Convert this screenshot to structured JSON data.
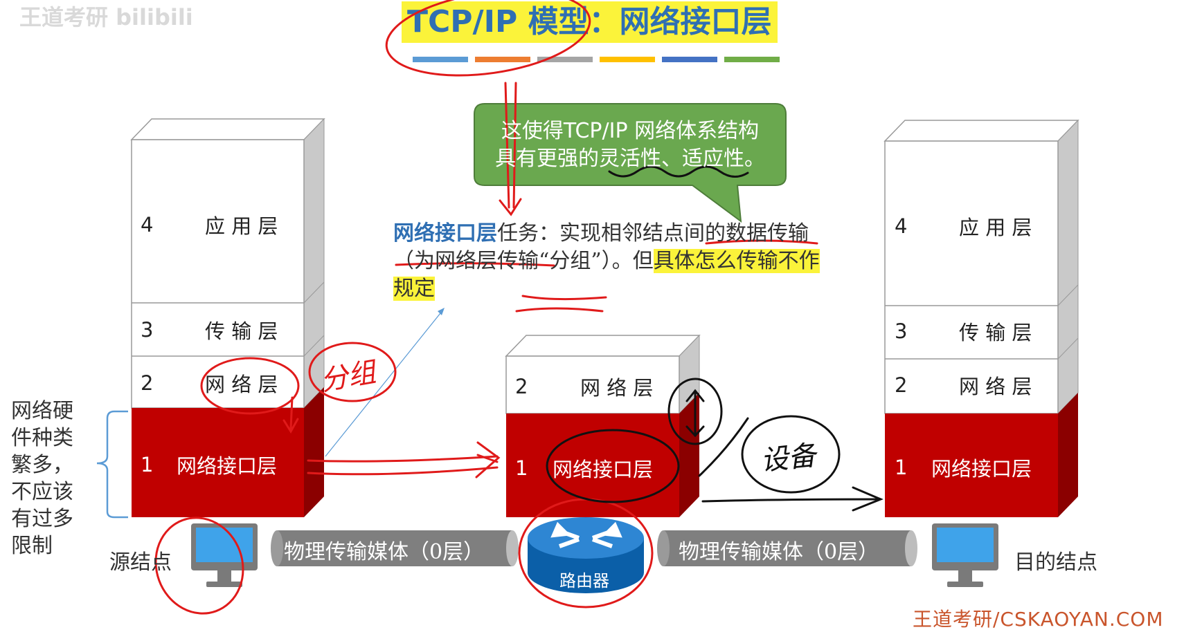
{
  "watermark_logo": "王道考研 bilibili",
  "title": "TCP/IP 模型：网络接口层",
  "title_bar_colors": [
    "#5b9bd5",
    "#ed7d31",
    "#a5a5a5",
    "#ffc000",
    "#4472c4",
    "#70ad47"
  ],
  "bubble": {
    "line1": "这使得TCP/IP 网络体系结构",
    "line2": "具有更强的灵活性、适应性。"
  },
  "task": {
    "keyword": "网络接口层",
    "text1": "任务：实现相邻结点间的数据传输（为网络层传输“分组”）。但",
    "highlight": "具体怎么传输不作规定"
  },
  "source_stack": {
    "layers": [
      {
        "num": "4",
        "name": "应 用 层"
      },
      {
        "num": "3",
        "name": "传 输 层"
      },
      {
        "num": "2",
        "name": "网 络 层"
      },
      {
        "num": "1",
        "name": "网络接口层"
      }
    ]
  },
  "router_stack": {
    "layers": [
      {
        "num": "2",
        "name": "网 络 层"
      },
      {
        "num": "1",
        "name": "网络接口层"
      }
    ]
  },
  "dest_stack": {
    "layers": [
      {
        "num": "4",
        "name": "应 用 层"
      },
      {
        "num": "3",
        "name": "传 输 层"
      },
      {
        "num": "2",
        "name": "网 络 层"
      },
      {
        "num": "1",
        "name": "网络接口层"
      }
    ]
  },
  "side_note": "网络硬件种类繁多，不应该有过多限制",
  "source_label": "源结点",
  "dest_label": "目的结点",
  "media_left": "物理传输媒体（0层）",
  "media_right": "物理传输媒体（0层）",
  "router_label": "路由器",
  "annotation_fenzu": "分组",
  "annotation_shebei": "设备",
  "footer_watermark": "王道考研/CSKAOYAN.COM",
  "colors": {
    "red_layer": "#c00000",
    "red_side": "#8b0000",
    "bubble_green": "#6aa84f",
    "ink_red": "#e01a1a",
    "highlight_yellow": "#fbf33a",
    "keyword_blue": "#2f6fb3"
  }
}
